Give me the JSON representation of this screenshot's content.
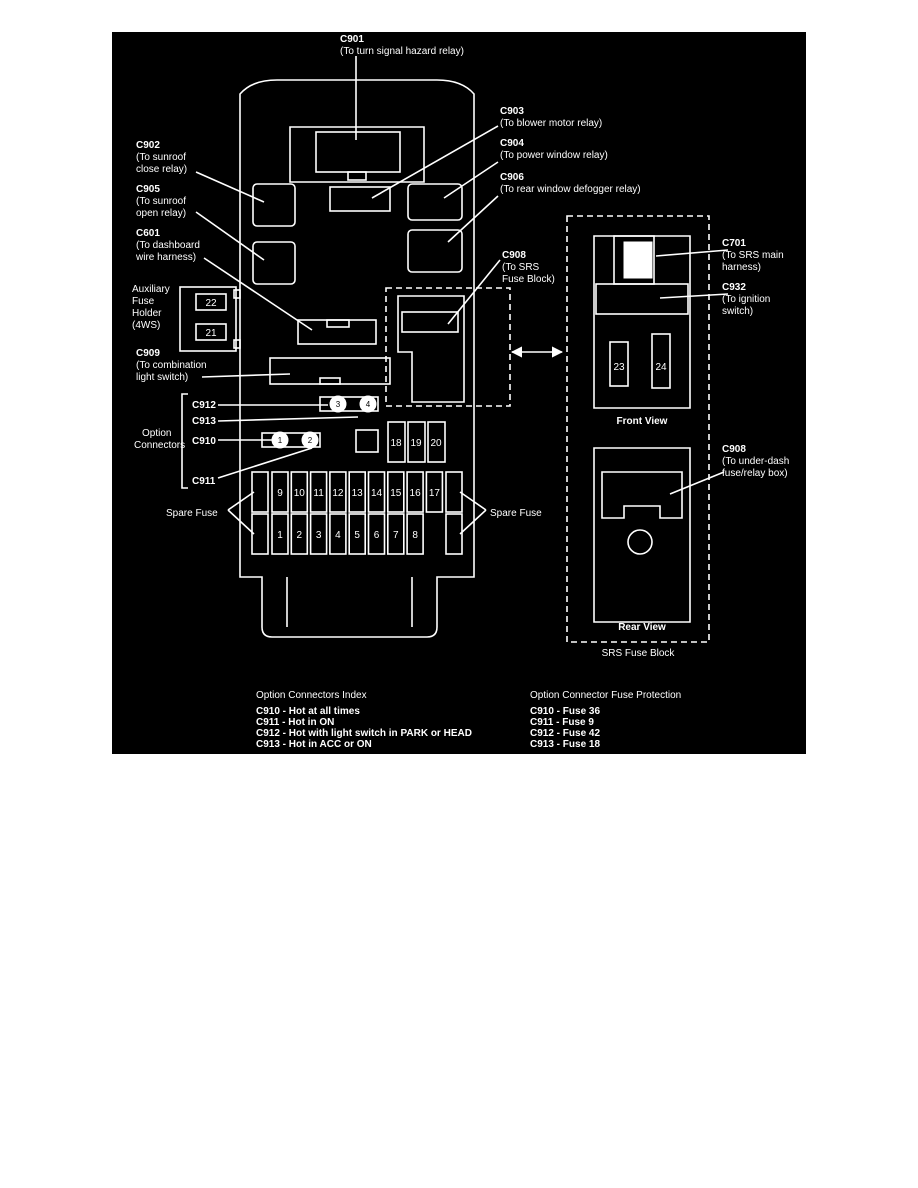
{
  "callouts": {
    "c901": {
      "id": "C901",
      "desc": "(To turn signal hazard relay)"
    },
    "c903": {
      "id": "C903",
      "desc": "(To blower motor relay)"
    },
    "c904": {
      "id": "C904",
      "desc": "(To power window relay)"
    },
    "c906": {
      "id": "C906",
      "desc": "(To rear window defogger relay)"
    },
    "c902": {
      "id": "C902",
      "desc1": "(To sunroof",
      "desc2": "close relay)"
    },
    "c905": {
      "id": "C905",
      "desc1": "(To sunroof",
      "desc2": "open relay)"
    },
    "c601": {
      "id": "C601",
      "desc1": "(To dashboard",
      "desc2": "wire harness)"
    },
    "c908a": {
      "id": "C908",
      "desc1": "(To SRS",
      "desc2": "Fuse Block)"
    },
    "c909": {
      "id": "C909",
      "desc1": "(To combination",
      "desc2": "light switch)"
    },
    "c701": {
      "id": "C701",
      "desc1": "(To SRS main",
      "desc2": "harness)"
    },
    "c932": {
      "id": "C932",
      "desc1": "(To ignition",
      "desc2": "switch)"
    },
    "c908b": {
      "id": "C908",
      "desc1": "(To under-dash",
      "desc2": "fuse/relay box)"
    }
  },
  "auxiliary": {
    "l1": "Auxiliary",
    "l2": "Fuse",
    "l3": "Holder",
    "l4": "(4WS)",
    "fuse_a": "22",
    "fuse_b": "21"
  },
  "options": {
    "label1": "Option",
    "label2": "Connectors",
    "c912": "C912",
    "c913": "C913",
    "c910": "C910",
    "c911": "C911",
    "n1": "1",
    "n2": "2",
    "n3": "3",
    "n4": "4"
  },
  "fuses": {
    "top": [
      "9",
      "10",
      "11",
      "12",
      "13",
      "14",
      "15",
      "16",
      "17"
    ],
    "bottom": [
      "1",
      "2",
      "3",
      "4",
      "5",
      "6",
      "7",
      "8"
    ],
    "upper": [
      "18",
      "19",
      "20"
    ]
  },
  "spare_fuse": "Spare Fuse",
  "srs": {
    "fuse_a": "23",
    "fuse_b": "24",
    "front_view": "Front View",
    "rear_view": "Rear View",
    "block_label": "SRS Fuse Block"
  },
  "index": {
    "title": "Option Connectors Index",
    "rows": [
      "C910 - Hot at all times",
      "C911 - Hot in ON",
      "C912 - Hot with light switch in PARK or HEAD",
      "C913 - Hot in ACC or ON"
    ]
  },
  "protection": {
    "title": "Option Connector Fuse Protection",
    "rows": [
      "C910 - Fuse 36",
      "C911 - Fuse 9",
      "C912 - Fuse 42",
      "C913 - Fuse 18"
    ]
  }
}
